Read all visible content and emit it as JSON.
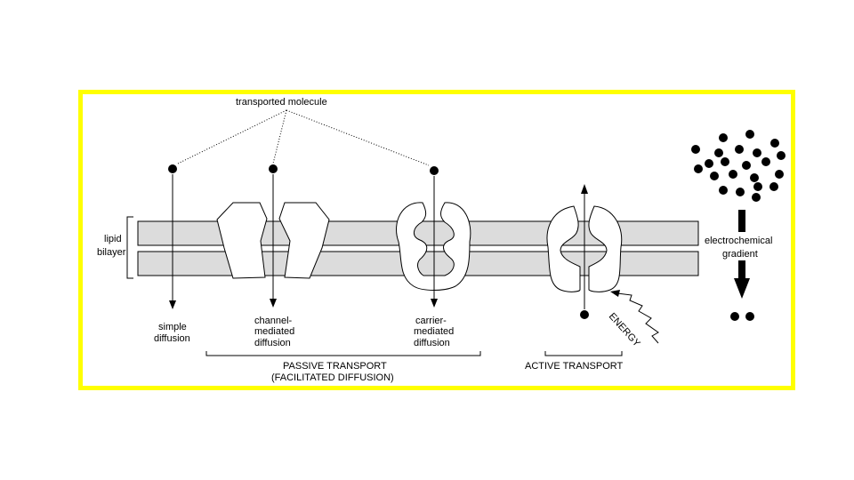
{
  "colors": {
    "frame": "#ffff00",
    "membrane": "#dcdcdc",
    "ink": "#000000"
  },
  "labels": {
    "transported_molecule": "transported molecule",
    "lipid": "lipid",
    "bilayer": "bilayer",
    "simple_1": "simple",
    "simple_2": "diffusion",
    "channel_1": "channel-",
    "channel_2": "mediated",
    "channel_3": "diffusion",
    "carrier_1": "carrier-",
    "carrier_2": "mediated",
    "carrier_3": "diffusion",
    "passive_1": "PASSIVE TRANSPORT",
    "passive_2": "(FACILITATED DIFFUSION)",
    "active": "ACTIVE TRANSPORT",
    "energy": "ENERGY",
    "electro_1": "electrochemical",
    "electro_2": "gradient"
  }
}
